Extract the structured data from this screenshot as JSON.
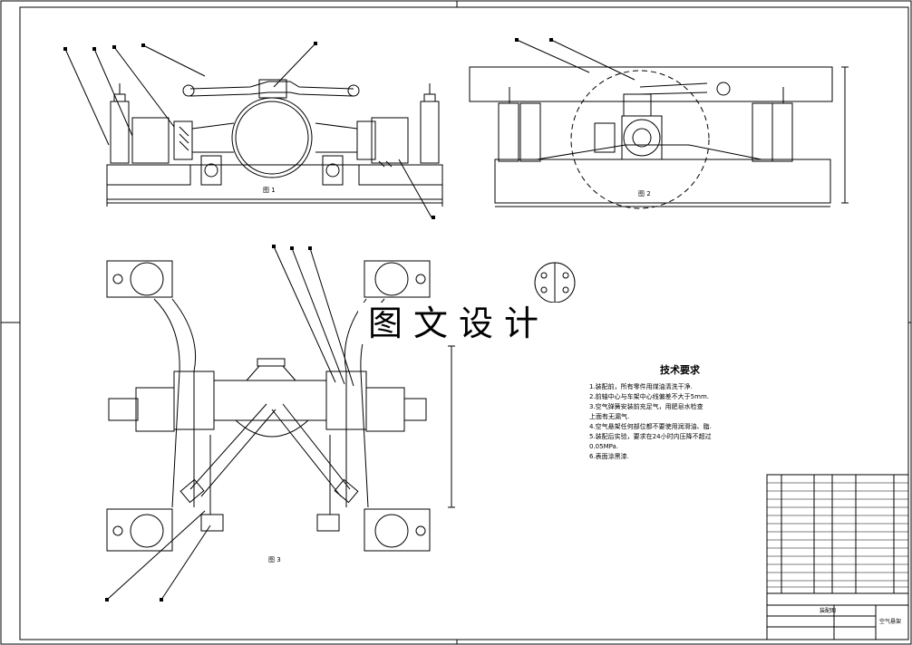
{
  "watermark": "图文设计",
  "notes": {
    "title": "技术要求",
    "lines": [
      "1.装配前，所有零件用煤油清洗干净.",
      "2.前轴中心与车架中心线偏差不大于5mm.",
      "3.空气弹簧安装前充足气，用肥皂水检查",
      "上面有无漏气.",
      "4.空气悬架任何部位都不要使用润滑油、脂.",
      "5.装配后实验，要求在24小时内压降不超过",
      "0.05MPa.",
      "6.表面涂黑漆."
    ]
  },
  "title_block": {
    "assembly": "装配图",
    "product": "空气悬架"
  },
  "view_labels": {
    "front": "图 1",
    "side": "图 2",
    "top": "图 3"
  },
  "colors": {
    "line": "#000000",
    "paper": "#ffffff"
  }
}
